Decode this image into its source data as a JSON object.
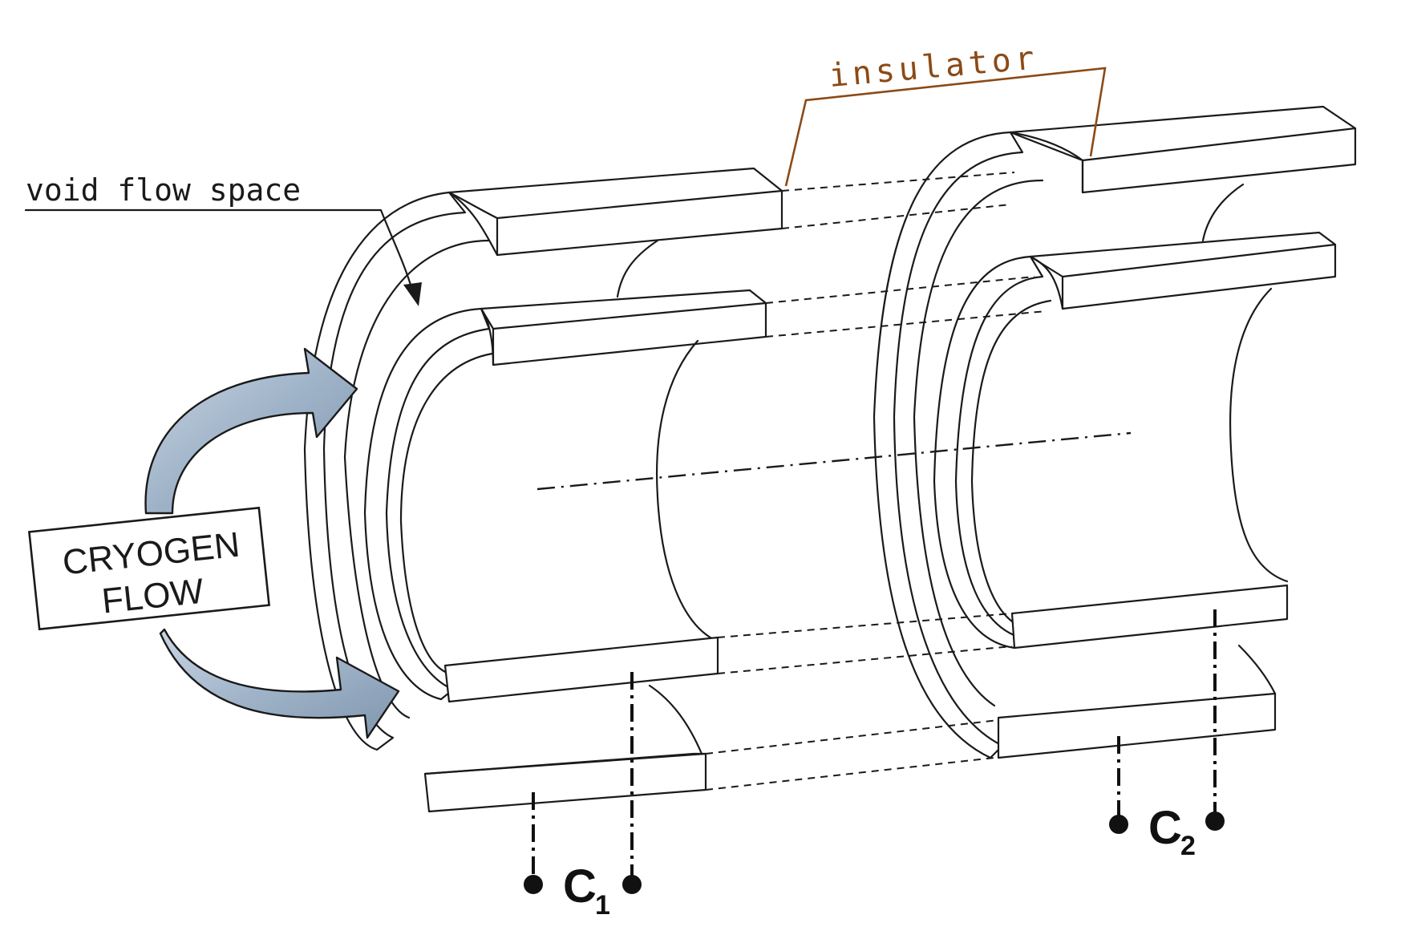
{
  "labels": {
    "void_flow_space": "void flow space",
    "insulator": "insulator",
    "cryogen_flow_line1": "CRYOGEN",
    "cryogen_flow_line2": "FLOW",
    "c1_letter": "C",
    "c1_sub": "1",
    "c2_letter": "C",
    "c2_sub": "2"
  },
  "colors": {
    "ink": "#1a1a1a",
    "insulator_label": "#8b4a16",
    "arrow_fill": "#9fb3c8",
    "arrow_stroke": "#1a1a1a"
  }
}
